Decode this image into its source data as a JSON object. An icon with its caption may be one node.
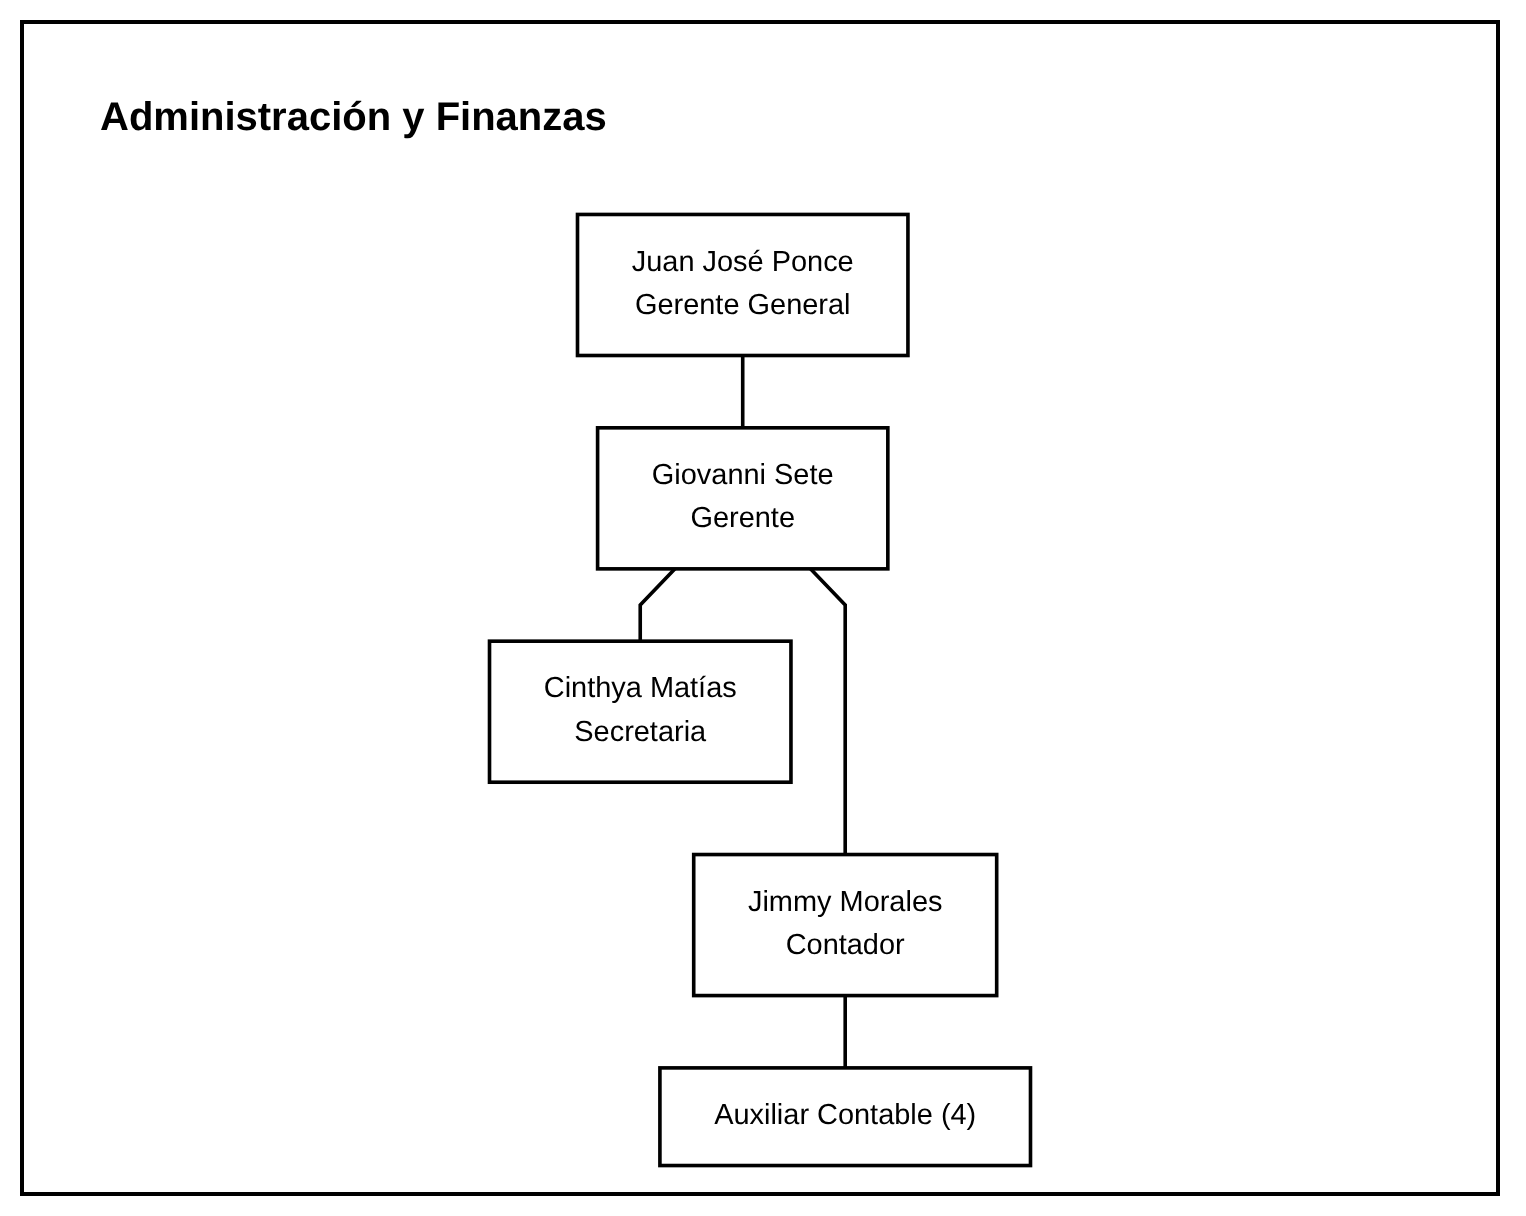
{
  "diagram": {
    "title": "Administración y Finanzas",
    "nodes": [
      {
        "text": [
          "Juan José Ponce",
          "Gerente General"
        ]
      },
      {
        "text": [
          "Giovanni Sete",
          "Gerente"
        ]
      },
      {
        "text": [
          "Cinthya Matías",
          "Secretaria"
        ]
      },
      {
        "text": [
          "Jimmy Morales",
          "Contador"
        ]
      },
      {
        "text": [
          "Auxiliar Contable (4)"
        ]
      }
    ],
    "edges": [
      {
        "from": 0,
        "to": 1,
        "arrow": "none"
      },
      {
        "from": 1,
        "to": 2,
        "arrow": "none"
      },
      {
        "from": 1,
        "to": 3,
        "arrow": "none"
      },
      {
        "from": 3,
        "to": 4,
        "arrow": "none"
      }
    ]
  }
}
